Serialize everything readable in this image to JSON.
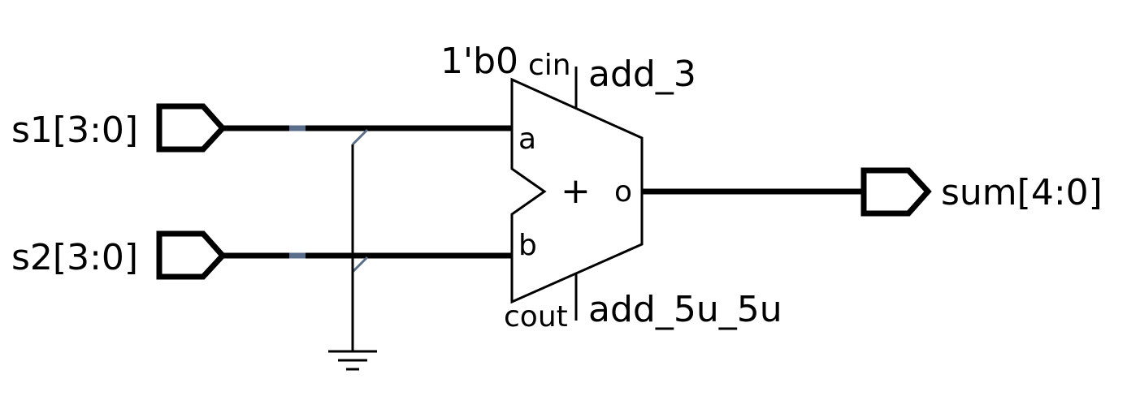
{
  "ports": {
    "input_a": "s1[3:0]",
    "input_b": "s2[3:0]",
    "output": "sum[4:0]"
  },
  "adder": {
    "instance_name": "add_3",
    "cell_type": "add_5u_5u",
    "operator_symbol": "+",
    "pin_a": "a",
    "pin_b": "b",
    "pin_o": "o",
    "pin_cin": "cin",
    "pin_cout": "cout",
    "cin_constant": "1'b0"
  },
  "colors": {
    "wire": "#000000",
    "bus_tap": "#5a6e8c",
    "background": "#ffffff"
  }
}
